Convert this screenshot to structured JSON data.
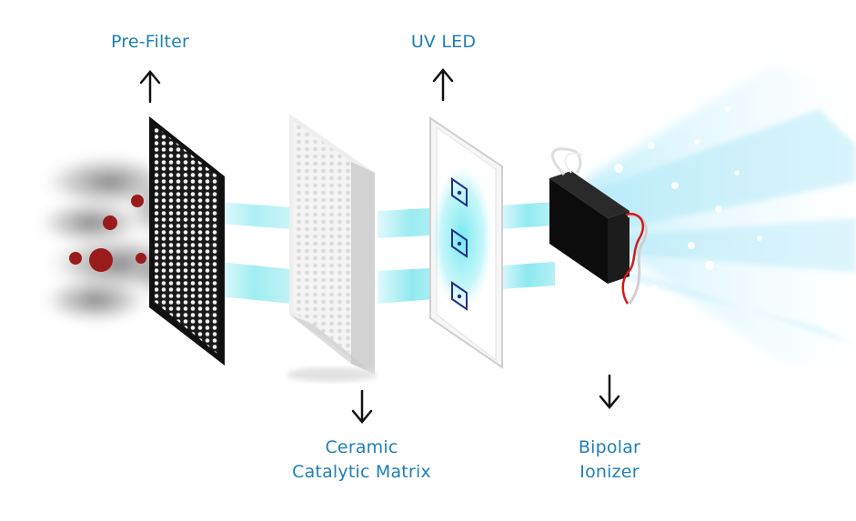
{
  "labels": {
    "pre_filter": "Pre-Filter",
    "uv_led": "UV LED",
    "ceramic_line1": "Ceramic",
    "ceramic_line2": "Catalytic Matrix",
    "ionizer_line1": "Bipolar",
    "ionizer_line2": "Ionizer"
  },
  "colors": {
    "label": "#1f7fb6",
    "airflow": "#5fe0ea",
    "particle": "#9a1b1b",
    "filter_frame": "#111111",
    "ionizer_body": "#0c0c0c",
    "ionizer_wire": "#d11a1a"
  },
  "icons": {
    "arrow_up": "arrow-up-icon",
    "arrow_down": "arrow-down-icon"
  }
}
